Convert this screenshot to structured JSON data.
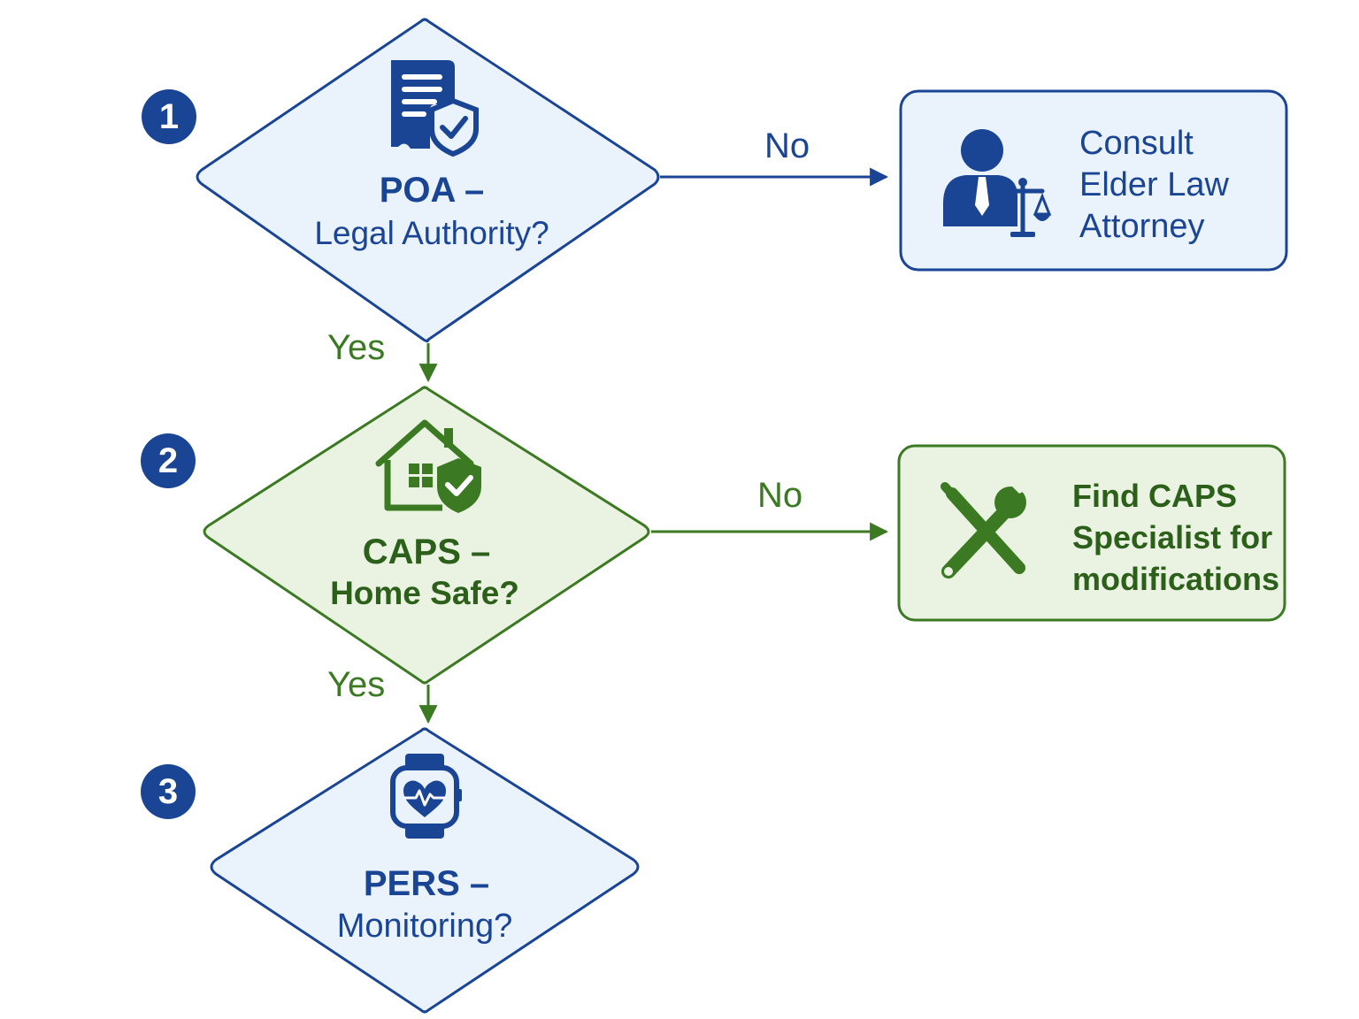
{
  "colors": {
    "blue": "#1a4594",
    "blue_fill": "#eaf2fb",
    "green": "#3b7a22",
    "green_fill": "#eaf3e1",
    "green_text": "#2c5f1a"
  },
  "steps": [
    {
      "number": "1",
      "icon": "document-shield-icon",
      "title": "POA –",
      "question": "Legal Authority?",
      "yes_label": "Yes",
      "no_label": "No",
      "outcome_icon": "attorney-scales-icon",
      "outcome_lines": [
        "Consult",
        "Elder Law",
        "Attorney"
      ]
    },
    {
      "number": "2",
      "icon": "home-shield-icon",
      "title": "CAPS –",
      "question": "Home Safe?",
      "yes_label": "Yes",
      "no_label": "No",
      "outcome_icon": "tools-icon",
      "outcome_lines": [
        "Find CAPS",
        "Specialist for",
        "modifications"
      ]
    },
    {
      "number": "3",
      "icon": "smartwatch-heart-icon",
      "title": "PERS –",
      "question": "Monitoring?"
    }
  ]
}
